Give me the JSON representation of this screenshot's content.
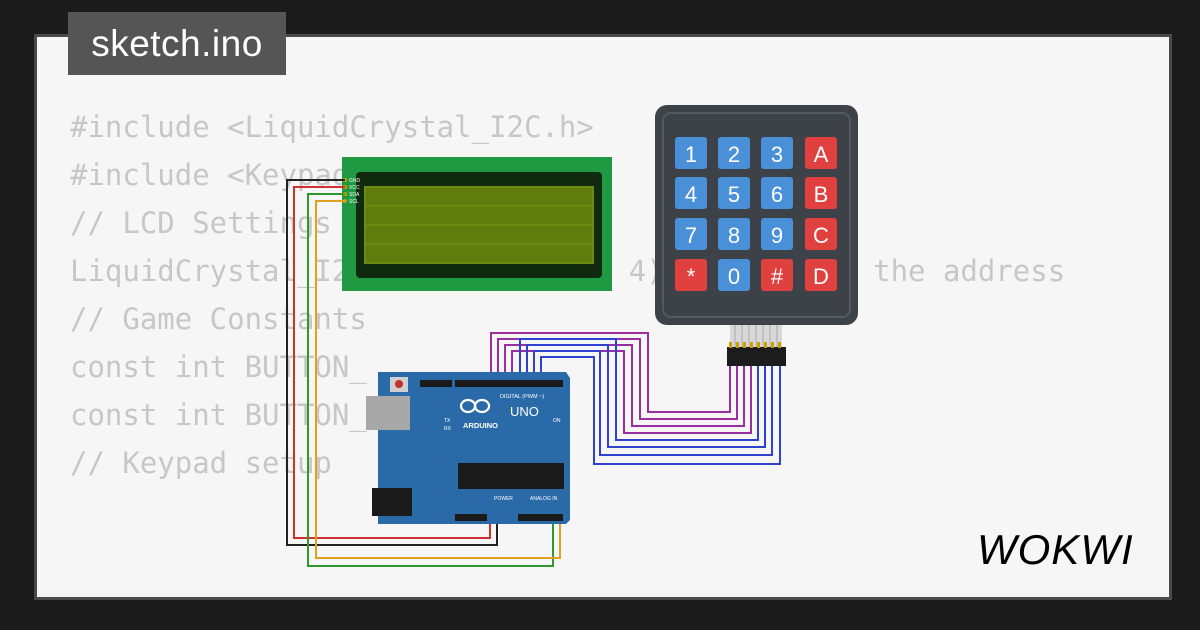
{
  "title": "sketch.ino",
  "code_lines": [
    "#include <LiquidCrystal_I2C.h>",
    "#include <Keypad.h>",
    "",
    "// LCD Settings",
    "LiquidCrystal_I2C lcd(0x27, 20, 4); // Change the address",
    "",
    "// Game Constants",
    "const int BUTTON_",
    "const int BUTTON_",
    "",
    "// Keypad setup"
  ],
  "keypad": {
    "keys": [
      [
        "1",
        "2",
        "3",
        "A"
      ],
      [
        "4",
        "5",
        "6",
        "B"
      ],
      [
        "7",
        "8",
        "9",
        "C"
      ],
      [
        "*",
        "0",
        "#",
        "D"
      ]
    ],
    "colors": {
      "digit": "#4a90d9",
      "letter": "#e0413f",
      "body": "#3d4249"
    }
  },
  "arduino": {
    "logo_text": "ARDUINO",
    "model": "UNO",
    "digital_label": "DIGITAL (PWM ~)",
    "analog_label": "ANALOG IN",
    "power_label": "POWER",
    "on_label": "ON",
    "tx_label": "TX",
    "rx_label": "RX",
    "board_color": "#2b6aa8"
  },
  "lcd": {
    "pins": [
      "GND",
      "VCC",
      "SDA",
      "SCL"
    ],
    "colors": {
      "pcb": "#1f9a43",
      "screen": "#6a8a10"
    }
  },
  "brand": {
    "logo": "WOKWI"
  }
}
